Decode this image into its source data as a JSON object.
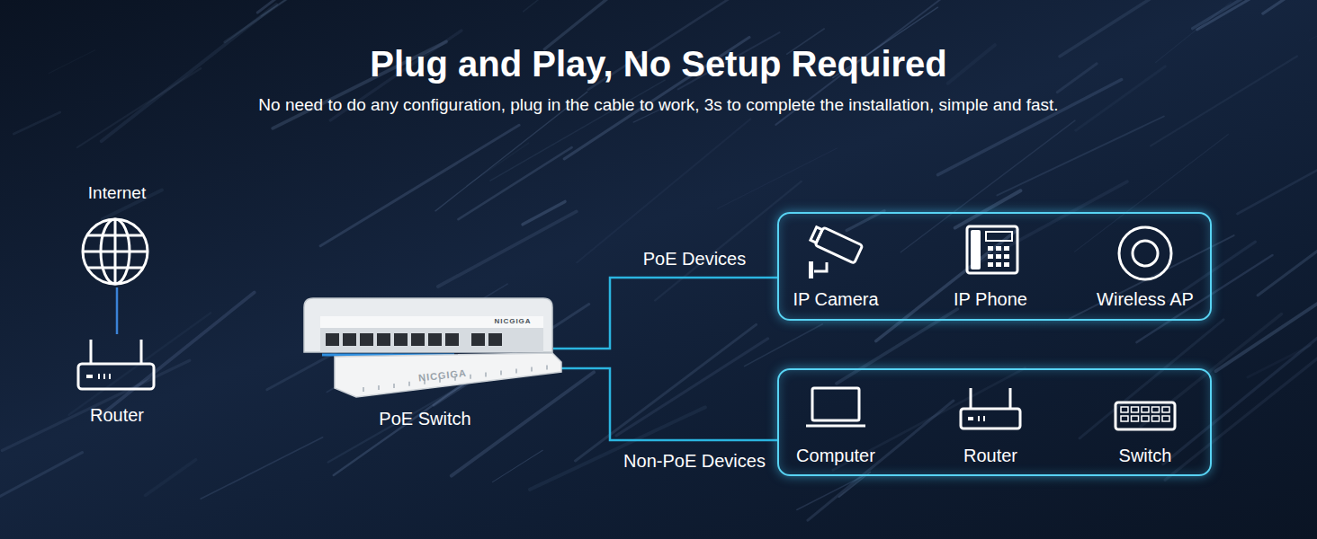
{
  "diagram": {
    "title": "Plug and Play, No Setup Required",
    "caption": "No need to do any configuration,  plug in the cable to work, 3s to complete the installation, simple and fast.",
    "nodes": [
      {
        "text": [
          "Internet"
        ]
      },
      {
        "text": [
          "Router"
        ]
      },
      {
        "text": [
          "PoE Switch"
        ]
      },
      {
        "text": [
          "PoE Devices"
        ]
      },
      {
        "text": [
          "IP Camera"
        ],
        "in": 3
      },
      {
        "text": [
          "IP Phone"
        ],
        "in": 3
      },
      {
        "text": [
          "Wireless AP"
        ],
        "in": 3
      },
      {
        "text": [
          "Non-PoE Devices"
        ]
      },
      {
        "text": [
          "Computer"
        ],
        "in": 7
      },
      {
        "text": [
          "Router"
        ],
        "in": 7
      },
      {
        "text": [
          "Switch"
        ],
        "in": 7
      }
    ],
    "edges": [
      {
        "from": 0,
        "to": 1,
        "arrow": "none"
      },
      {
        "from": 1,
        "to": 2,
        "arrow": "none"
      },
      {
        "from": 2,
        "to": 3,
        "arrow": "none"
      },
      {
        "from": 2,
        "to": 7,
        "arrow": "none"
      }
    ],
    "labels": [
      "NICGIGA",
      "NICGIGA"
    ]
  }
}
